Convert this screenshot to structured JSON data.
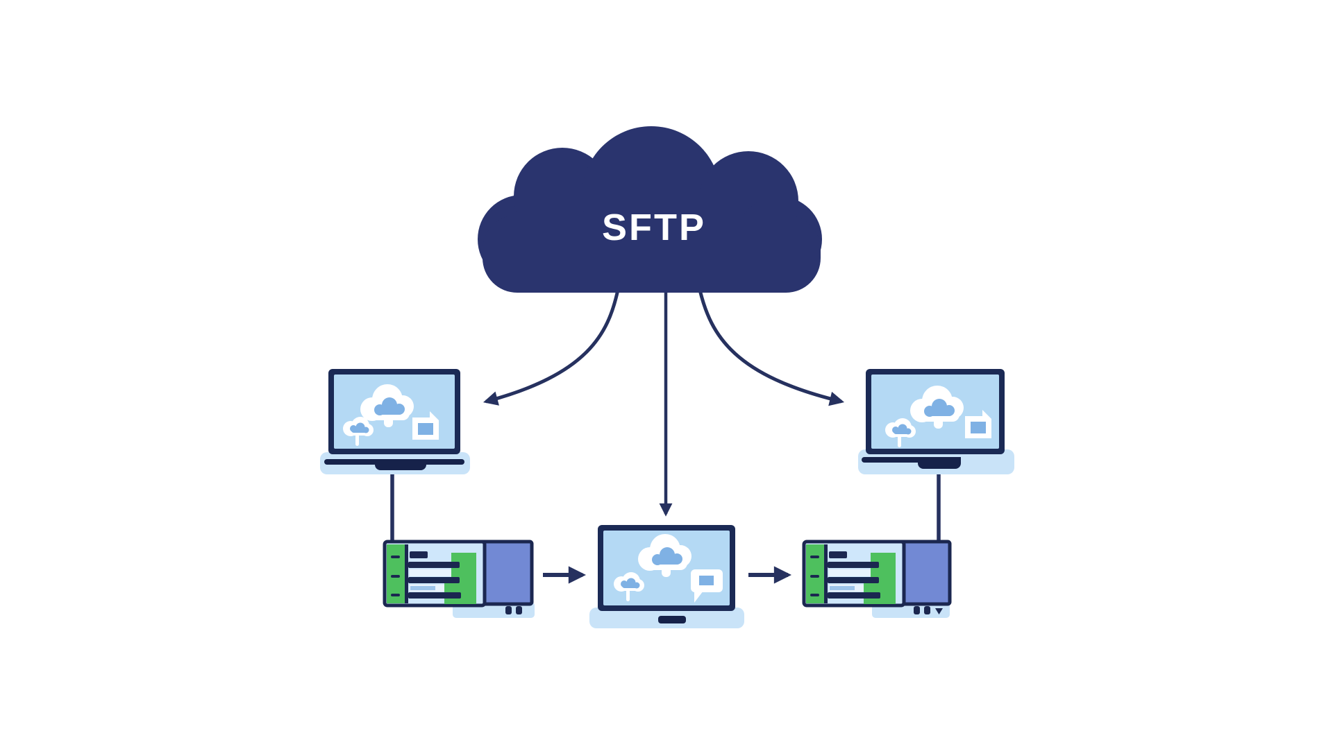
{
  "diagram": {
    "type": "network-diagram",
    "title": "SFTP",
    "background_color": "#ffffff",
    "colors": {
      "cloud_navy": "#2a346e",
      "arrow_navy": "#26315f",
      "device_navy": "#1b2a55",
      "hinge_navy": "#16224a",
      "server_navy": "#1b2750",
      "screen_blue": "#b4d9f4",
      "base_blue": "#c9e3f8",
      "server_body_blue": "#cfe7fb",
      "icon_fill_blue": "#7fb1e4",
      "server_row_pale": "#e9f2fc",
      "server_row_light_blue": "#9dc3ea",
      "server_green": "#4ec05e",
      "server_panel_periwinkle": "#7289d4",
      "text_white": "#ffffff"
    },
    "nodes": [
      {
        "id": "sftp-cloud",
        "kind": "cloud",
        "label": "SFTP"
      },
      {
        "id": "laptop-left",
        "kind": "laptop",
        "screen_icons": [
          "cloud-sync-icon",
          "cloud-bubble-icon",
          "document-icon"
        ]
      },
      {
        "id": "laptop-right",
        "kind": "laptop",
        "screen_icons": [
          "cloud-sync-icon",
          "cloud-bubble-icon",
          "document-icon"
        ]
      },
      {
        "id": "laptop-center",
        "kind": "laptop",
        "screen_icons": [
          "cloud-sync-icon",
          "cloud-bubble-icon",
          "chat-bubble-icon"
        ]
      },
      {
        "id": "server-left",
        "kind": "server-rack"
      },
      {
        "id": "server-right",
        "kind": "server-rack"
      }
    ],
    "edges": [
      {
        "from": "sftp-cloud",
        "to": "laptop-left",
        "style": "curved",
        "arrowhead": true
      },
      {
        "from": "sftp-cloud",
        "to": "laptop-center",
        "style": "straight",
        "arrowhead": true
      },
      {
        "from": "sftp-cloud",
        "to": "laptop-right",
        "style": "curved",
        "arrowhead": true
      },
      {
        "from": "laptop-left",
        "to": "server-left",
        "style": "straight",
        "arrowhead": false
      },
      {
        "from": "laptop-right",
        "to": "server-right",
        "style": "straight",
        "arrowhead": false
      },
      {
        "from": "server-left",
        "to": "laptop-center",
        "style": "straight",
        "arrowhead": true
      },
      {
        "from": "laptop-center",
        "to": "server-right",
        "style": "straight",
        "arrowhead": true
      }
    ]
  }
}
